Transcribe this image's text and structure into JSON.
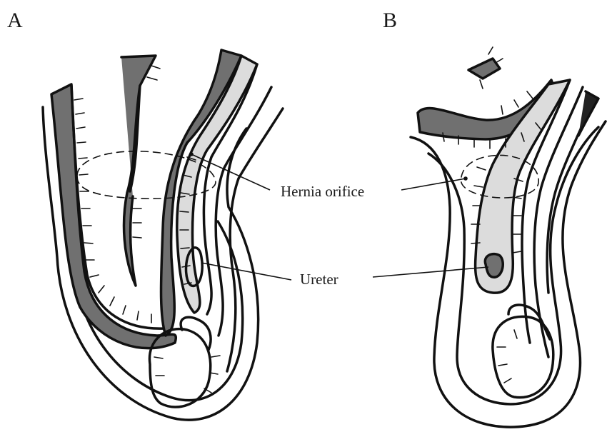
{
  "panels": {
    "a": {
      "label": "A"
    },
    "b": {
      "label": "B"
    }
  },
  "callouts": {
    "hernia_orifice": "Hernia orifice",
    "ureter": "Ureter"
  },
  "colors": {
    "outline": "#111111",
    "dark_fill": "#707070",
    "light_fill": "#dcdcdc",
    "background": "#ffffff"
  }
}
